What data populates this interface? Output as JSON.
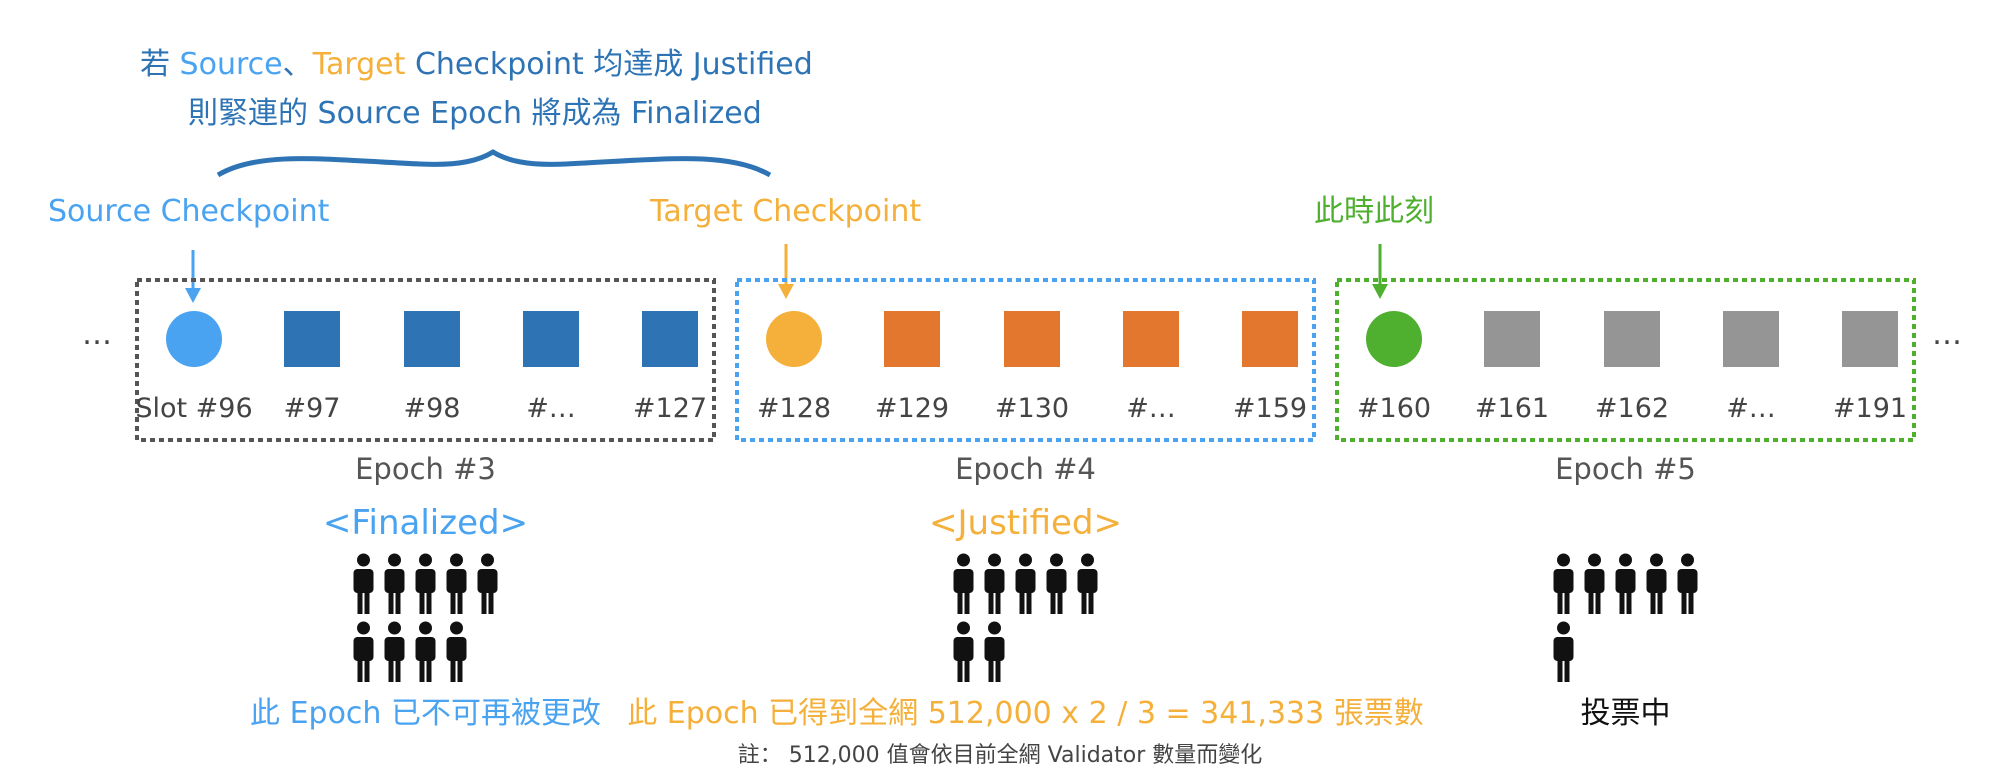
{
  "header": {
    "line1": [
      {
        "text": "若 ",
        "color": "#2e74b5"
      },
      {
        "text": "Source",
        "color": "#4aa3f0"
      },
      {
        "text": "、",
        "color": "#2e74b5"
      },
      {
        "text": "Target",
        "color": "#f4b03a"
      },
      {
        "text": " Checkpoint 均達成 Justified",
        "color": "#2e74b5"
      }
    ],
    "line2": "則緊連的 Source Epoch 將成為 Finalized"
  },
  "pointers": {
    "source": "Source Checkpoint",
    "target": "Target Checkpoint",
    "now": "此時此刻"
  },
  "ellipsis_left": "…",
  "ellipsis_right": "…",
  "epochs": [
    {
      "label": "Epoch #3",
      "status": "<Finalized>",
      "box_color": "#555555",
      "block_color": "#2e74b5",
      "checkpoint_color": "#4aa3f0",
      "slots": [
        "Slot #96",
        "#97",
        "#98",
        "#…",
        "#127"
      ],
      "voters": 9,
      "caption": "此 Epoch 已不可再被更改",
      "caption_color": "#4aa3f0"
    },
    {
      "label": "Epoch #4",
      "status": "<Justified>",
      "box_color": "#4aa3f0",
      "block_color": "#e4772e",
      "checkpoint_color": "#f4b03a",
      "slots": [
        "#128",
        "#129",
        "#130",
        "#…",
        "#159"
      ],
      "voters": 7,
      "caption": "此 Epoch 已得到全網 512,000 x 2 / 3 = 341,333 張票數",
      "caption_color": "#f4b03a"
    },
    {
      "label": "Epoch #5",
      "status": "",
      "box_color": "#4faf2f",
      "block_color": "#959595",
      "checkpoint_color": "#4faf2f",
      "slots": [
        "#160",
        "#161",
        "#162",
        "#…",
        "#191"
      ],
      "voters": 6,
      "caption": "投票中",
      "caption_color": "#111111"
    }
  ],
  "colors": {
    "header": "#2e74b5",
    "source": "#4aa3f0",
    "target": "#f4b03a",
    "now": "#4faf2f",
    "slot_text": "#444444",
    "epoch_text": "#555555",
    "finalized": "#4aa3f0",
    "justified": "#f4b03a",
    "brace": "#2e74b5",
    "footnote": "#444444"
  },
  "footnote": "註： 512,000 值會依目前全網 Validator 數量而變化"
}
